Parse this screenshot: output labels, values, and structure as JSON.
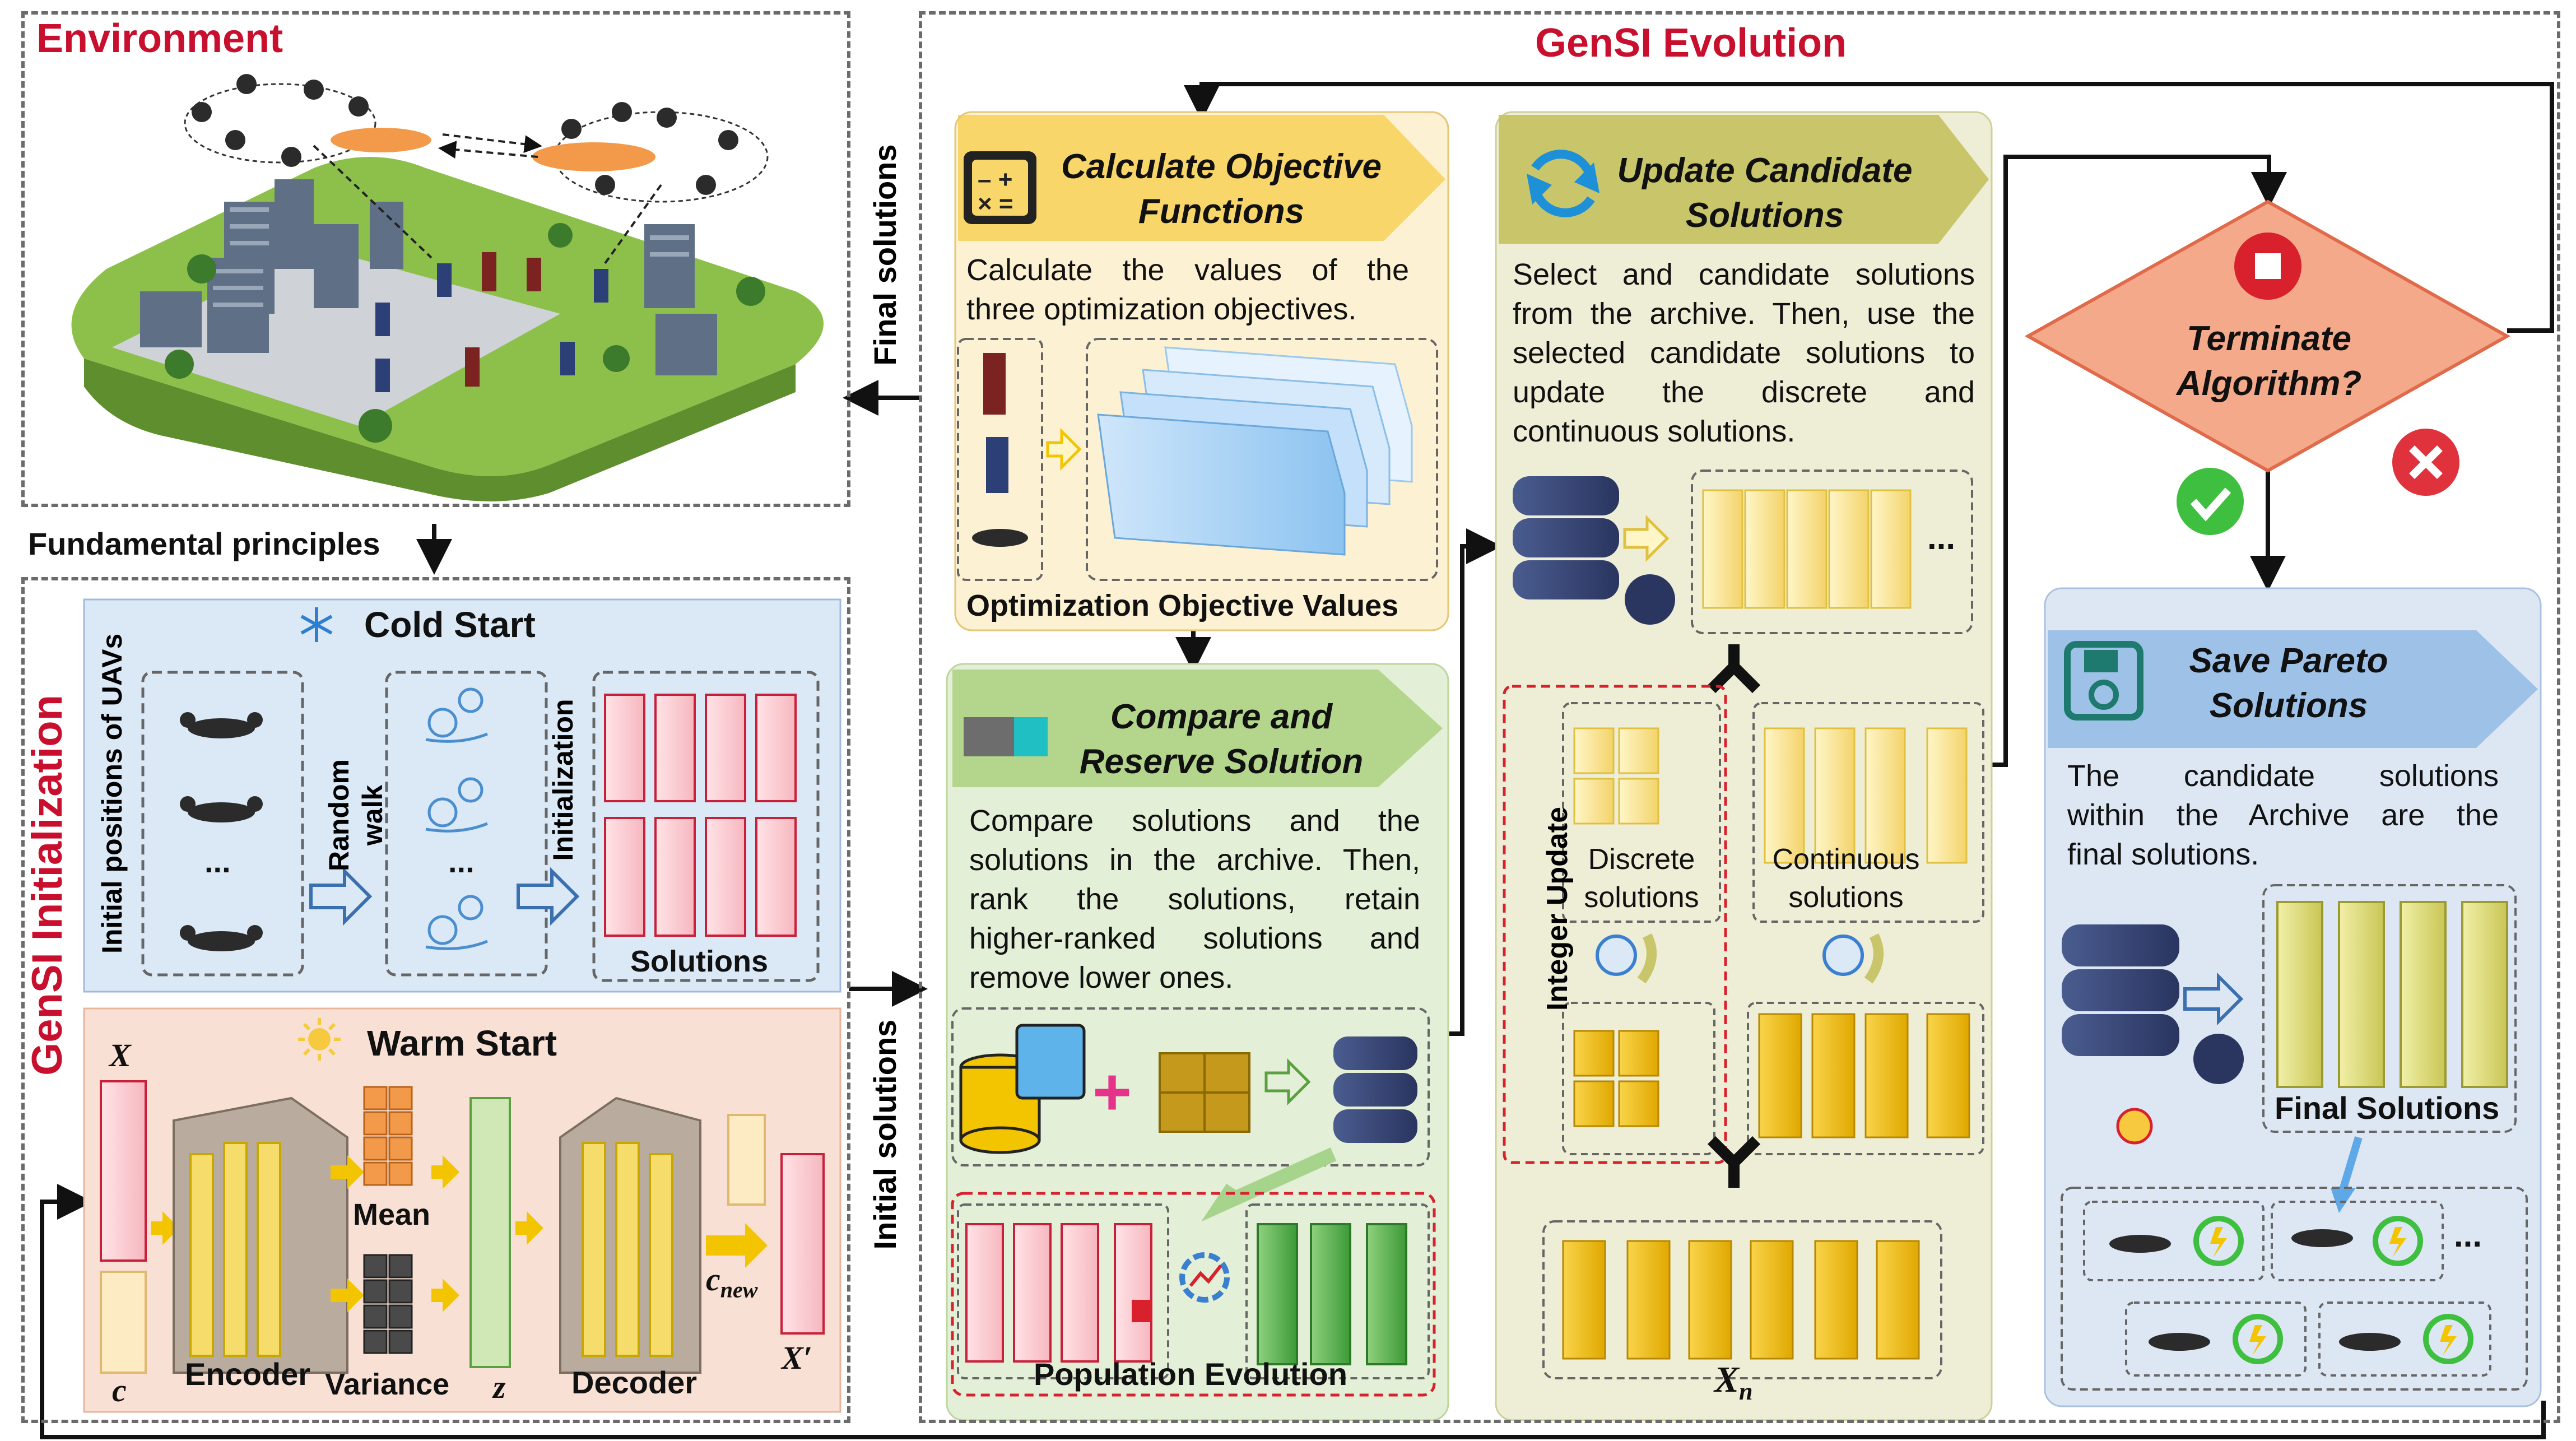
{
  "environment": {
    "title": "Environment"
  },
  "labels": {
    "fundamental_principles": "Fundamental principles",
    "final_solutions_side": "Final solutions",
    "initial_solutions_side": "Initial solutions"
  },
  "initialization": {
    "title": "GenSI Initialization",
    "cold_start": {
      "title": "Cold Start",
      "side_label": "Initial positions of UAVs",
      "ellipsis": "...",
      "random_walk": "Random walk",
      "initialization": "Initialization",
      "solutions": "Solutions"
    },
    "warm_start": {
      "title": "Warm Start",
      "x": "X",
      "c": "c",
      "encoder": "Encoder",
      "mean": "Mean",
      "variance": "Variance",
      "z": "z",
      "decoder": "Decoder",
      "c_new_base": "c",
      "c_new_sub": "new",
      "x_prime": "X′"
    }
  },
  "evolution": {
    "title": "GenSI Evolution",
    "calc": {
      "title_line1": "Calculate Objective",
      "title_line2": "Functions",
      "desc_line1": "Calculate the values of the",
      "desc_line2": "three optimization objectives.",
      "values_label": "Optimization Objective Values"
    },
    "compare": {
      "title_line1": "Compare and",
      "title_line2": "Reserve Solution",
      "desc_lines": [
        "Compare solutions and the",
        "solutions in the archive. Then,",
        "rank the solutions, retain",
        "higher-ranked solutions and",
        "remove lower ones."
      ],
      "population_evolution": "Population Evolution"
    },
    "update": {
      "title_line1": "Update Candidate",
      "title_line2": "Solutions",
      "desc_lines": [
        "Select and candidate solutions",
        "from the archive. Then, use the",
        "selected candidate solutions to",
        "update the discrete and",
        "continuous solutions."
      ],
      "ellipsis": "...",
      "integer_update": "Integer Update",
      "discrete": "Discrete solutions",
      "continuous": "Continuous solutions",
      "xn_base": "X",
      "xn_sub": "n"
    },
    "terminate": {
      "line1": "Terminate",
      "line2": "Algorithm?"
    },
    "save": {
      "title_line1": "Save Pareto",
      "title_line2": "Solutions",
      "desc_lines": [
        "The candidate solutions",
        "within the Archive are the",
        "final solutions."
      ],
      "final_solutions": "Final Solutions",
      "ellipsis": "..."
    }
  },
  "colors": {
    "title_red": "#c8102e",
    "calc_bg": "#fdf1d4",
    "compare_bg": "#e3efd6",
    "update_bg": "#eeeed6",
    "save_bg": "#dde7f3",
    "cold_bg": "#dbe9f7",
    "warm_bg": "#f8e1d4",
    "terminate_fill": "#f4a98a",
    "terminate_stroke": "#e06a4a"
  }
}
